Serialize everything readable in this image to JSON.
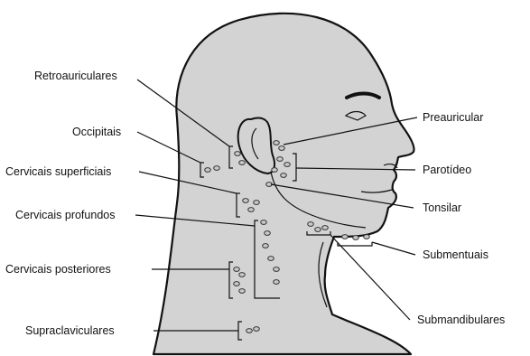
{
  "figure": {
    "colors": {
      "skin": "#d3d3d3",
      "outline": "#111111",
      "node_fill": "#c9c9c9",
      "background": "#ffffff"
    }
  },
  "labels": {
    "retroauriculares": "Retroauriculares",
    "occipitais": "Occipitais",
    "cervicais_superficiais": "Cervicais superficiais",
    "cervicais_profundos": "Cervicais profundos",
    "cervicais_posteriores": "Cervicais posteriores",
    "supraclaviculares": "Supraclaviculares",
    "preauricular": "Preauricular",
    "parotideo": "Parotídeo",
    "tonsilar": "Tonsilar",
    "submentuais": "Submentuais",
    "submandibulares": "Submandibulares"
  }
}
